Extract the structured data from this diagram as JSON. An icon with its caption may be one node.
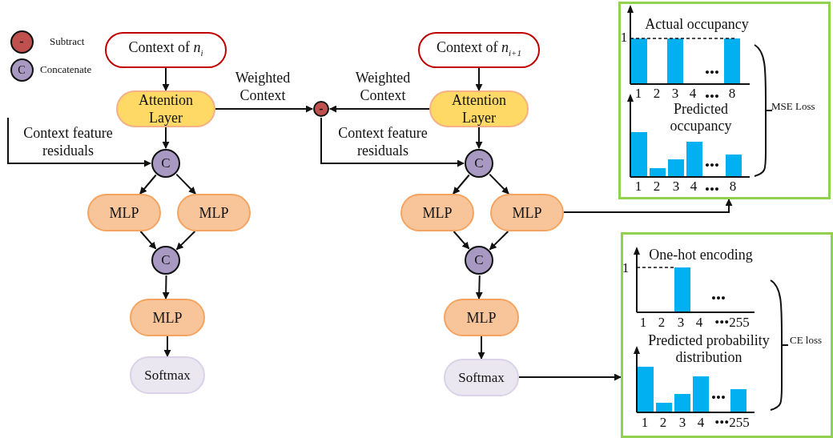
{
  "diagram": {
    "nodes": [
      {
        "text": [
          "Context of *n*$_{i}$"
        ]
      },
      {
        "text": [
          "Attention Layer"
        ]
      },
      {
        "text": [
          "C"
        ]
      },
      {
        "text": [
          "MLP"
        ]
      },
      {
        "text": [
          "MLP"
        ]
      },
      {
        "text": [
          "C"
        ]
      },
      {
        "text": [
          "MLP"
        ]
      },
      {
        "text": [
          "Softmax"
        ]
      },
      {
        "text": [
          "-"
        ]
      },
      {
        "text": [
          "Context of *n*$_{i+1}$"
        ]
      },
      {
        "text": [
          "Attention Layer"
        ]
      },
      {
        "text": [
          "C"
        ]
      },
      {
        "text": [
          "MLP"
        ]
      },
      {
        "text": [
          "MLP"
        ]
      },
      {
        "text": [
          "C"
        ]
      },
      {
        "text": [
          "MLP"
        ]
      },
      {
        "text": [
          "Softmax"
        ]
      },
      {
        "text": [
          "Actual occupancy",
          "Predicted occupancy",
          "MSE Loss"
        ]
      },
      {
        "text": [
          "One-hot encoding",
          "Predicted probability distribution",
          "CE loss"
        ]
      }
    ],
    "edges": [
      {
        "from": 0,
        "to": 1,
        "arrow": "to"
      },
      {
        "from": 1,
        "to": 2,
        "arrow": "to"
      },
      {
        "from": 1,
        "to": 8,
        "arrow": "to",
        "label": "Weighted Context"
      },
      {
        "from": null,
        "to": 2,
        "arrow": "to",
        "label": "Context feature residuals"
      },
      {
        "from": 2,
        "to": 3,
        "arrow": "to"
      },
      {
        "from": 2,
        "to": 4,
        "arrow": "to"
      },
      {
        "from": 3,
        "to": 5,
        "arrow": "to"
      },
      {
        "from": 4,
        "to": 5,
        "arrow": "to"
      },
      {
        "from": 5,
        "to": 6,
        "arrow": "to"
      },
      {
        "from": 6,
        "to": 7,
        "arrow": "to"
      },
      {
        "from": 9,
        "to": 10,
        "arrow": "to"
      },
      {
        "from": 10,
        "to": 8,
        "arrow": "to",
        "label": "Weighted Context"
      },
      {
        "from": 10,
        "to": 11,
        "arrow": "to"
      },
      {
        "from": 8,
        "to": 11,
        "arrow": "to",
        "label": "Context feature residuals"
      },
      {
        "from": 11,
        "to": 12,
        "arrow": "to"
      },
      {
        "from": 11,
        "to": 13,
        "arrow": "to"
      },
      {
        "from": 12,
        "to": 14,
        "arrow": "to"
      },
      {
        "from": 13,
        "to": 14,
        "arrow": "to"
      },
      {
        "from": 14,
        "to": 15,
        "arrow": "to"
      },
      {
        "from": 15,
        "to": 16,
        "arrow": "to"
      },
      {
        "from": 13,
        "to": 17,
        "arrow": "to"
      },
      {
        "from": 16,
        "to": 18,
        "arrow": "to"
      }
    ],
    "labels": [
      "-",
      "C",
      "1",
      "•••",
      "1",
      "2",
      "3",
      "4",
      "•••",
      "8",
      "•••",
      "1",
      "2",
      "3",
      "4",
      "•••",
      "8",
      "1",
      "•••",
      "1",
      "2",
      "3",
      "4",
      "•••255",
      "•••",
      "1",
      "2",
      "3",
      "4",
      "•••255"
    ],
    "legend": [
      {
        "text": "Subtract"
      },
      {
        "text": "Concatenate"
      }
    ]
  }
}
